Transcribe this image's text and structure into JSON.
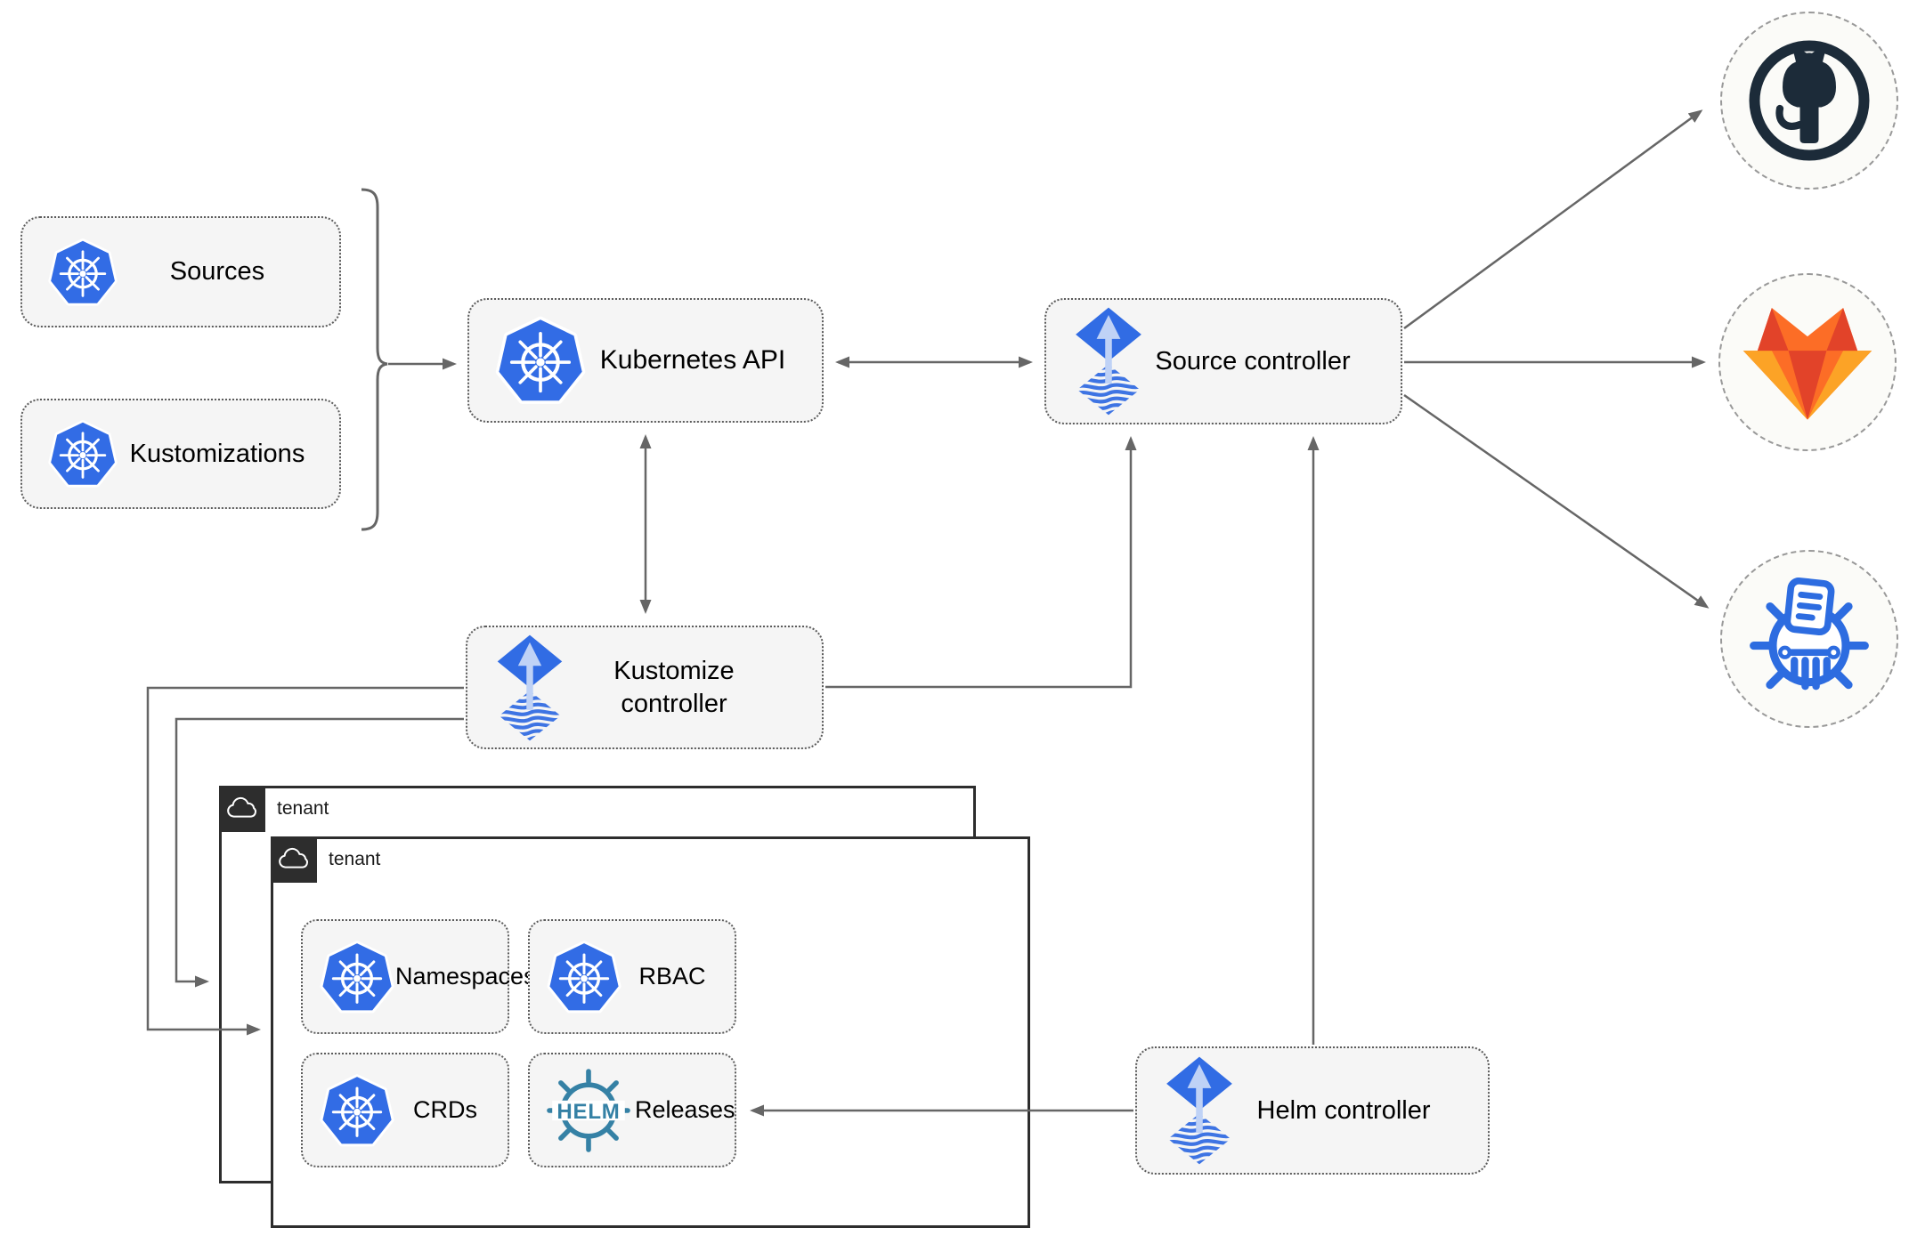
{
  "nodes": {
    "sources": {
      "label": "Sources"
    },
    "kustomizations": {
      "label": "Kustomizations"
    },
    "kubernetes_api": {
      "label": "Kubernetes API"
    },
    "source_controller": {
      "label": "Source controller"
    },
    "kustomize_controller": {
      "label": "Kustomize controller"
    },
    "helm_controller": {
      "label": "Helm controller"
    },
    "namespaces": {
      "label": "Namespaces"
    },
    "rbac": {
      "label": "RBAC"
    },
    "crds": {
      "label": "CRDs"
    },
    "releases": {
      "label": "Releases"
    }
  },
  "groups": {
    "tenant_back": {
      "label": "tenant"
    },
    "tenant_front": {
      "label": "tenant"
    }
  },
  "icons": {
    "helm_wordmark": "HELM",
    "kubernetes": "kubernetes-wheel-icon",
    "flux": "flux-controller-icon",
    "github": "github-octocat-icon",
    "gitlab": "gitlab-tanuki-icon",
    "bucket": "bucket-storage-icon",
    "cloud": "cloud-icon"
  },
  "colors": {
    "kubernetes_blue": "#326CE5",
    "flux_blue": "#316CE4",
    "flux_arrow_light": "#BFD2F6",
    "helm_teal": "#3581A5",
    "github_dark": "#1C2B39",
    "gitlab_red": "#E24329",
    "gitlab_orange": "#FC6D26",
    "gitlab_amber": "#FCA326",
    "node_fill": "#F5F5F5",
    "node_border": "#5B5B5B",
    "arrow_gray": "#666666",
    "tenant_dark": "#2D2D2D"
  }
}
